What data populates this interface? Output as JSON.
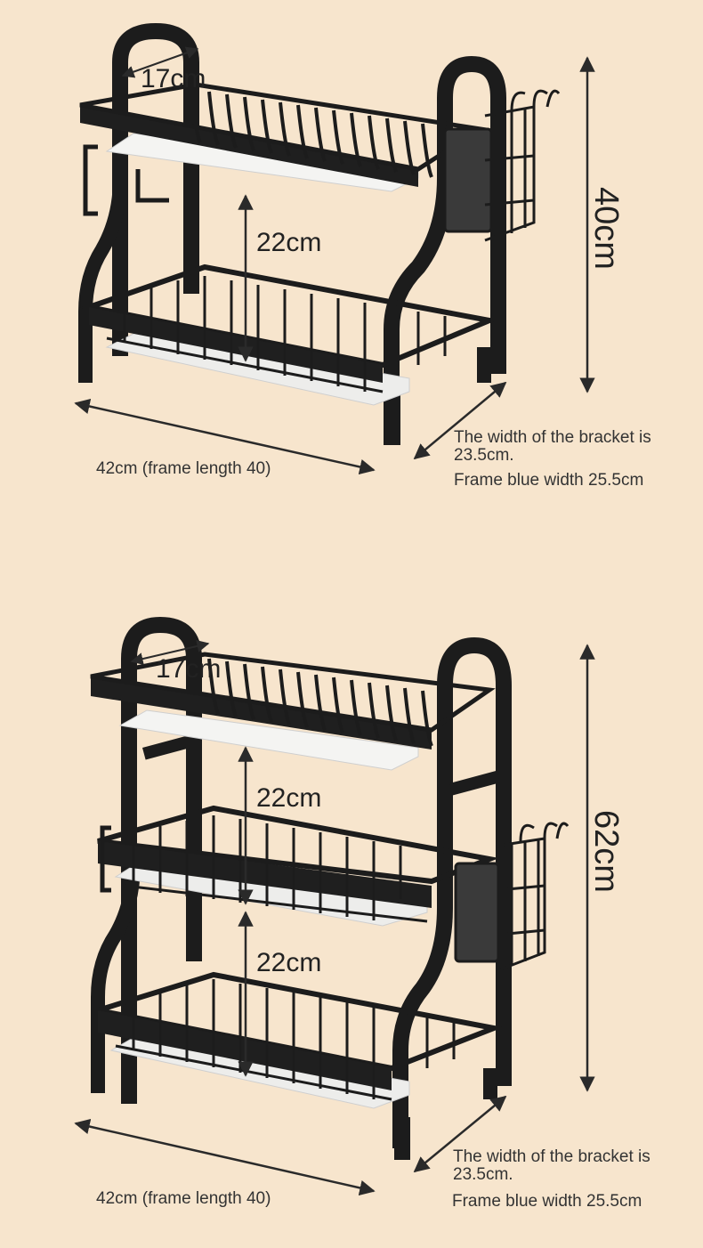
{
  "colors": {
    "background": "#f7e5cd",
    "frame": "#1c1c1c",
    "tray": "#f4f4f2",
    "dimension_line": "#2a2a2a"
  },
  "top": {
    "rack": "two-tier dish rack",
    "depth_label": "17cm",
    "tier_gap_label": "22cm",
    "height_label": "40cm",
    "length_label": "42cm (frame length 40)",
    "bracket_width_label": "The width of the bracket is 23.5cm.",
    "frame_width_label": "Frame blue width 25.5cm"
  },
  "bottom": {
    "rack": "three-tier dish rack",
    "depth_label": "17cm",
    "tier_gap_upper_label": "22cm",
    "tier_gap_lower_label": "22cm",
    "height_label": "62cm",
    "length_label": "42cm (frame length 40)",
    "bracket_width_label": "The width of the bracket is 23.5cm.",
    "frame_width_label": "Frame blue width 25.5cm"
  }
}
